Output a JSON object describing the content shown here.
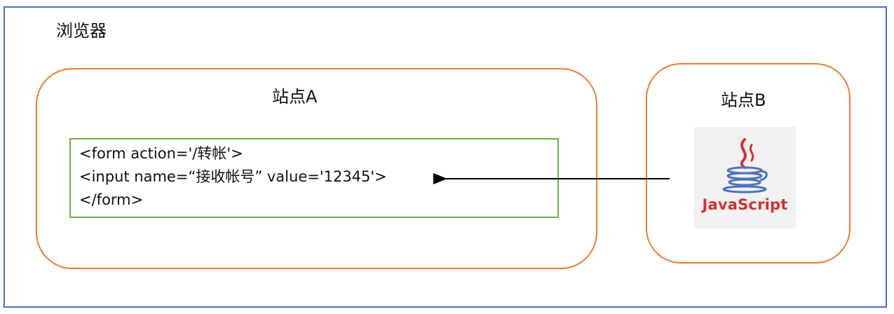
{
  "browser": {
    "label": "浏览器"
  },
  "site_a": {
    "label": "站点A",
    "code_lines": [
      "<form action='/转帐'>",
      "<input name=“接收帐号” value='12345'>",
      "</form>"
    ]
  },
  "site_b": {
    "label": "站点B",
    "logo_text": "JavaScript"
  },
  "colors": {
    "browser_border": "#4472c4",
    "site_border": "#ed7d31",
    "code_border": "#70ad47",
    "logo_red": "#d4312f",
    "logo_blue": "#4a74b6"
  }
}
